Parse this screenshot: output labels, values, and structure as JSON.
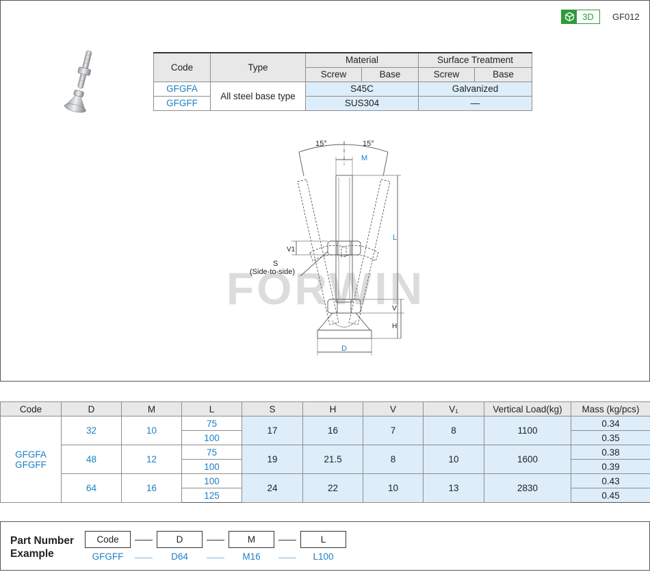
{
  "header": {
    "badge_3d": "3D",
    "model_code": "GF012"
  },
  "material_table": {
    "headers": {
      "code": "Code",
      "type": "Type",
      "material": "Material",
      "surface": "Surface Treatment",
      "screw": "Screw",
      "base": "Base"
    },
    "rows": [
      {
        "code": "GFGFA",
        "type": "All steel base type",
        "material": "S45C",
        "surface": "Galvanized"
      },
      {
        "code": "GFGFF",
        "material": "SUS304",
        "surface": "—"
      }
    ]
  },
  "drawing": {
    "angle_left": "15°",
    "angle_right": "15°",
    "m": "M",
    "l": "L",
    "v1": "V1",
    "v": "V",
    "h": "H",
    "d": "D",
    "s": "S",
    "s_note": "(Side-to-side)",
    "watermark": "FORWIN"
  },
  "spec_table": {
    "headers": [
      "Code",
      "D",
      "M",
      "L",
      "S",
      "H",
      "V",
      "V₁",
      "Vertical Load(kg)",
      "Mass (kg/pcs)"
    ],
    "codes": [
      "GFGFA",
      "GFGFF"
    ],
    "groups": [
      {
        "D": "32",
        "M": "10",
        "S": "17",
        "H": "16",
        "V": "7",
        "V1": "8",
        "load": "1100",
        "rows": [
          {
            "L": "75",
            "mass": "0.34"
          },
          {
            "L": "100",
            "mass": "0.35"
          }
        ]
      },
      {
        "D": "48",
        "M": "12",
        "S": "19",
        "H": "21.5",
        "V": "8",
        "V1": "10",
        "load": "1600",
        "rows": [
          {
            "L": "75",
            "mass": "0.38"
          },
          {
            "L": "100",
            "mass": "0.39"
          }
        ]
      },
      {
        "D": "64",
        "M": "16",
        "S": "24",
        "H": "22",
        "V": "10",
        "V1": "13",
        "load": "2830",
        "rows": [
          {
            "L": "100",
            "mass": "0.43"
          },
          {
            "L": "125",
            "mass": "0.45"
          }
        ]
      }
    ]
  },
  "part_number": {
    "title_line1": "Part Number",
    "title_line2": "Example",
    "fields": [
      "Code",
      "D",
      "M",
      "L"
    ],
    "values": [
      "GFGFF",
      "D64",
      "M16",
      "L100"
    ]
  },
  "colors": {
    "accent_blue": "#1a7fc4",
    "cell_blue": "#ddedf9",
    "header_gray": "#e8e8e8",
    "badge_green": "#2e9b3a"
  }
}
